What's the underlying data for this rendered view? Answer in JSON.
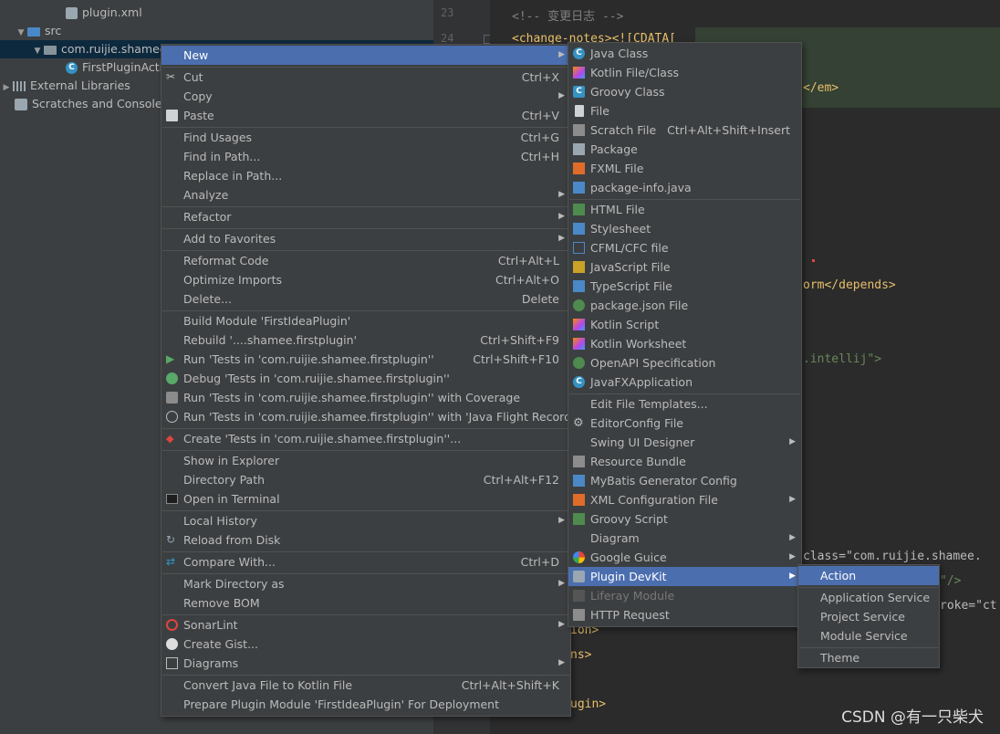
{
  "tree": {
    "items": [
      {
        "label": "plugin.xml"
      },
      {
        "label": "src"
      },
      {
        "label": "com.ruijie.shamee"
      },
      {
        "label": "FirstPluginActic"
      },
      {
        "label": "External Libraries"
      },
      {
        "label": "Scratches and Consoles"
      }
    ]
  },
  "gutter": {
    "line_23": "23",
    "line_24": "24"
  },
  "editor": {
    "l23": "<!-- 变更日志 -->",
    "l24": "<change-notes><![CDATA[",
    "l_em": "</em>",
    "l_depends": "orm</depends>",
    "l_intellij": ".intellij\">",
    "l_class": "class=\"com.ruijie.shamee.",
    "l_close": "\"/>",
    "l_keystroke": "roke=\"ct",
    "l_ion": "ion>",
    "l_ns": "ns>",
    "l_plugin": "ugin>"
  },
  "main_menu": {
    "items": [
      {
        "label": "New"
      },
      {
        "label": "Cut",
        "shortcut": "Ctrl+X"
      },
      {
        "label": "Copy"
      },
      {
        "label": "Paste",
        "shortcut": "Ctrl+V"
      },
      {
        "label": "Find Usages",
        "shortcut": "Ctrl+G"
      },
      {
        "label": "Find in Path...",
        "shortcut": "Ctrl+H"
      },
      {
        "label": "Replace in Path..."
      },
      {
        "label": "Analyze"
      },
      {
        "label": "Refactor"
      },
      {
        "label": "Add to Favorites"
      },
      {
        "label": "Reformat Code",
        "shortcut": "Ctrl+Alt+L"
      },
      {
        "label": "Optimize Imports",
        "shortcut": "Ctrl+Alt+O"
      },
      {
        "label": "Delete...",
        "shortcut": "Delete"
      },
      {
        "label": "Build Module 'FirstIdeaPlugin'"
      },
      {
        "label": "Rebuild '....shamee.firstplugin'",
        "shortcut": "Ctrl+Shift+F9"
      },
      {
        "label": "Run 'Tests in 'com.ruijie.shamee.firstplugin''",
        "shortcut": "Ctrl+Shift+F10"
      },
      {
        "label": "Debug 'Tests in 'com.ruijie.shamee.firstplugin''"
      },
      {
        "label": "Run 'Tests in 'com.ruijie.shamee.firstplugin'' with Coverage"
      },
      {
        "label": "Run 'Tests in 'com.ruijie.shamee.firstplugin'' with 'Java Flight Recorder'"
      },
      {
        "label": "Create 'Tests in 'com.ruijie.shamee.firstplugin''..."
      },
      {
        "label": "Show in Explorer"
      },
      {
        "label": "Directory Path",
        "shortcut": "Ctrl+Alt+F12"
      },
      {
        "label": "Open in Terminal"
      },
      {
        "label": "Local History"
      },
      {
        "label": "Reload from Disk"
      },
      {
        "label": "Compare With...",
        "shortcut": "Ctrl+D"
      },
      {
        "label": "Mark Directory as"
      },
      {
        "label": "Remove BOM"
      },
      {
        "label": "SonarLint"
      },
      {
        "label": "Create Gist..."
      },
      {
        "label": "Diagrams"
      },
      {
        "label": "Convert Java File to Kotlin File",
        "shortcut": "Ctrl+Alt+Shift+K"
      },
      {
        "label": "Prepare Plugin Module 'FirstIdeaPlugin' For Deployment"
      }
    ]
  },
  "new_menu": {
    "items": [
      {
        "label": "Java Class"
      },
      {
        "label": "Kotlin File/Class"
      },
      {
        "label": "Groovy Class"
      },
      {
        "label": "File"
      },
      {
        "label": "Scratch File",
        "shortcut": "Ctrl+Alt+Shift+Insert"
      },
      {
        "label": "Package"
      },
      {
        "label": "FXML File"
      },
      {
        "label": "package-info.java"
      },
      {
        "label": "HTML File"
      },
      {
        "label": "Stylesheet"
      },
      {
        "label": "CFML/CFC file"
      },
      {
        "label": "JavaScript File"
      },
      {
        "label": "TypeScript File"
      },
      {
        "label": "package.json File"
      },
      {
        "label": "Kotlin Script"
      },
      {
        "label": "Kotlin Worksheet"
      },
      {
        "label": "OpenAPI Specification"
      },
      {
        "label": "JavaFXApplication"
      },
      {
        "label": "Edit File Templates..."
      },
      {
        "label": "EditorConfig File"
      },
      {
        "label": "Swing UI Designer"
      },
      {
        "label": "Resource Bundle"
      },
      {
        "label": "MyBatis Generator Config"
      },
      {
        "label": "XML Configuration File"
      },
      {
        "label": "Groovy Script"
      },
      {
        "label": "Diagram"
      },
      {
        "label": "Google Guice"
      },
      {
        "label": "Plugin DevKit"
      },
      {
        "label": "Liferay Module"
      },
      {
        "label": "HTTP Request"
      }
    ]
  },
  "devkit_menu": {
    "items": [
      {
        "label": "Action"
      },
      {
        "label": "Application Service"
      },
      {
        "label": "Project Service"
      },
      {
        "label": "Module Service"
      },
      {
        "label": "Theme"
      }
    ]
  },
  "watermark": "CSDN @有一只柴犬",
  "colors": {
    "highlight": "#4b6eaf",
    "menu_bg": "#3c3f41",
    "editor_bg": "#2b2b2b",
    "tag": "#e8bf6a"
  }
}
